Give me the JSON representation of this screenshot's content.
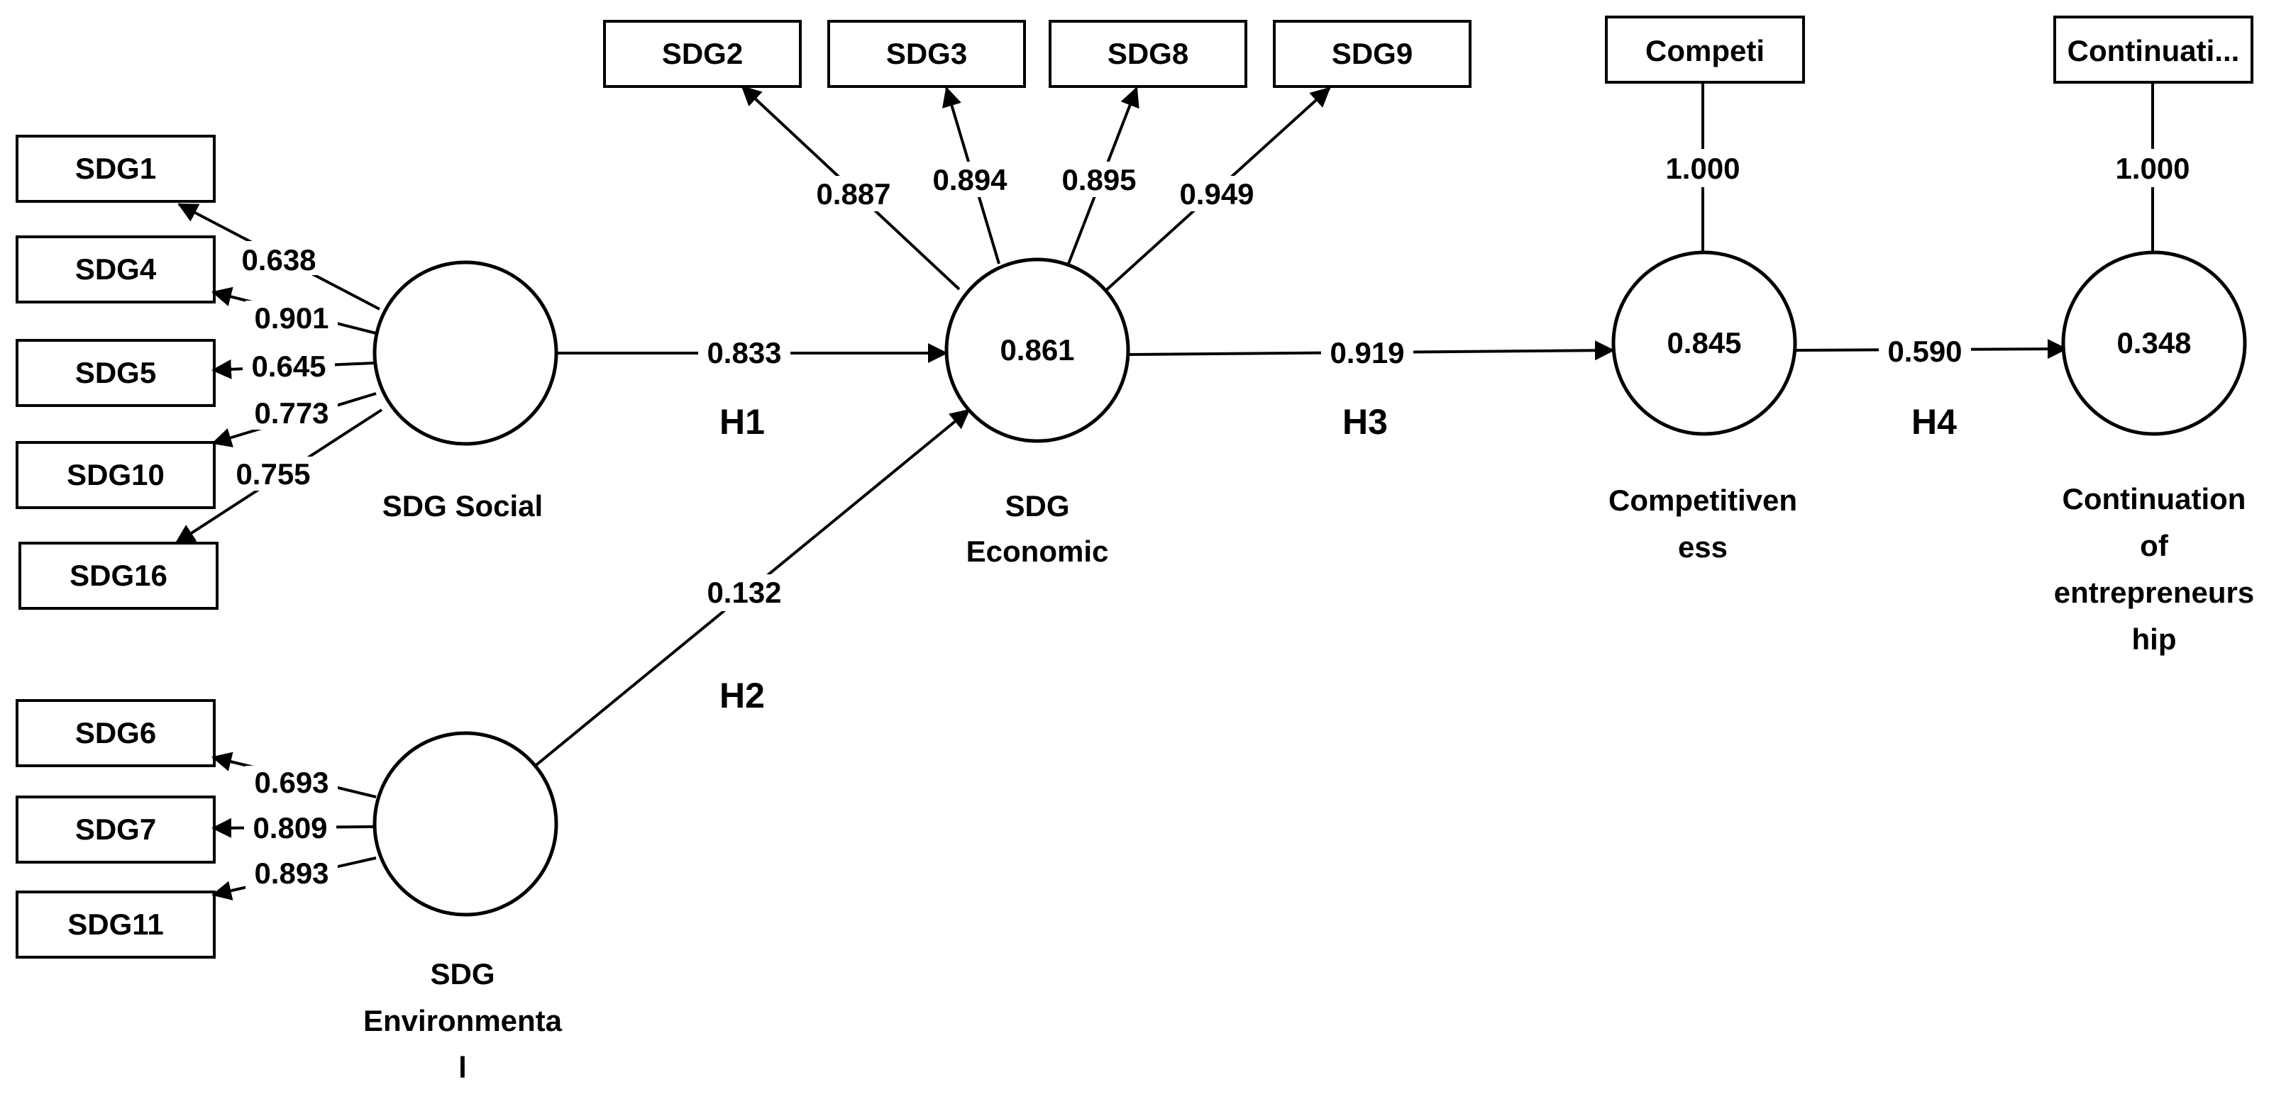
{
  "constructs": {
    "sdg_social": {
      "name_lines": [
        "SDG Social"
      ],
      "r2": ""
    },
    "sdg_environmental": {
      "name_lines": [
        "SDG",
        "Environmenta",
        "l"
      ],
      "r2": ""
    },
    "sdg_economic": {
      "name_lines": [
        "SDG",
        "Economic"
      ],
      "r2": "0.861"
    },
    "competitiveness": {
      "name_lines": [
        "Competitiven",
        "ess"
      ],
      "r2": "0.845"
    },
    "continuation": {
      "name_lines": [
        "Continuation",
        "of",
        "entrepreneurs",
        "hip"
      ],
      "r2": "0.348"
    }
  },
  "indicators": {
    "social": [
      {
        "label": "SDG1",
        "loading": "0.638"
      },
      {
        "label": "SDG4",
        "loading": "0.901"
      },
      {
        "label": "SDG5",
        "loading": "0.645"
      },
      {
        "label": "SDG10",
        "loading": "0.773"
      },
      {
        "label": "SDG16",
        "loading": "0.755"
      }
    ],
    "environmental": [
      {
        "label": "SDG6",
        "loading": "0.693"
      },
      {
        "label": "SDG7",
        "loading": "0.809"
      },
      {
        "label": "SDG11",
        "loading": "0.893"
      }
    ],
    "economic": [
      {
        "label": "SDG2",
        "loading": "0.887"
      },
      {
        "label": "SDG3",
        "loading": "0.894"
      },
      {
        "label": "SDG8",
        "loading": "0.895"
      },
      {
        "label": "SDG9",
        "loading": "0.949"
      }
    ],
    "competitiveness": [
      {
        "label": "Competi",
        "loading": "1.000"
      }
    ],
    "continuation": [
      {
        "label": "Continuati...",
        "loading": "1.000"
      }
    ]
  },
  "paths": [
    {
      "id": "H1",
      "label": "H1",
      "coefficient": "0.833"
    },
    {
      "id": "H2",
      "label": "H2",
      "coefficient": "0.132"
    },
    {
      "id": "H3",
      "label": "H3",
      "coefficient": "0.919"
    },
    {
      "id": "H4",
      "label": "H4",
      "coefficient": "0.590"
    }
  ]
}
